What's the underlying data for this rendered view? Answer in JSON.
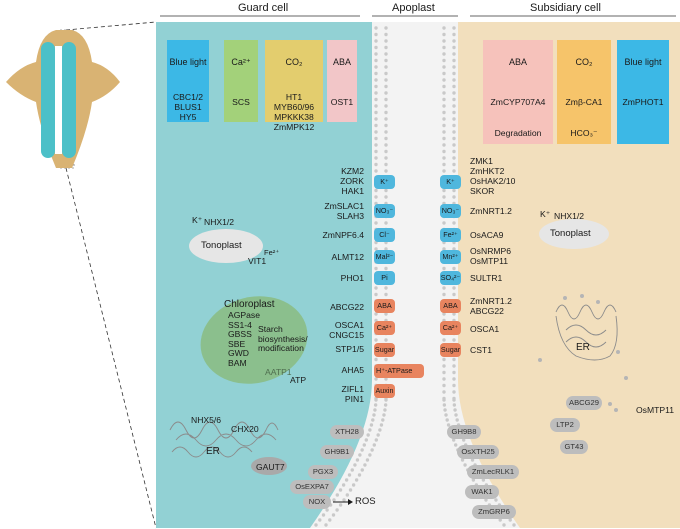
{
  "headers": {
    "guard_cell": "Guard cell",
    "apoplast": "Apoplast",
    "subsidiary_cell": "Subsidiary cell"
  },
  "guard_signals": [
    {
      "title": "Blue light",
      "items": [
        "CBC1/2",
        "BLUS1",
        "HY5"
      ],
      "color": "#3cb8e6"
    },
    {
      "title": "Ca²⁺",
      "items": [
        "SCS"
      ],
      "color": "#a3d17a"
    },
    {
      "title": "CO₂",
      "items": [
        "HT1",
        "MYB60/96",
        "MPKKK38",
        "ZmMPK12"
      ],
      "color": "#e3cd6e"
    },
    {
      "title": "ABA",
      "items": [
        "OST1"
      ],
      "color": "#f2c6c8"
    }
  ],
  "subsidiary_signals": [
    {
      "title": "ABA",
      "items": [
        "ZmCYP707A4",
        "Degradation"
      ],
      "color": "#f6c2bb"
    },
    {
      "title": "CO₂",
      "items": [
        "Zmβ-CA1",
        "HCO₃⁻"
      ],
      "color": "#f6c46a"
    },
    {
      "title": "Blue light",
      "items": [
        "ZmPHOT1"
      ],
      "color": "#3cb8e6"
    }
  ],
  "left_transporters": [
    {
      "label": "KZM2\nZORK\nHAK1",
      "channel": "K⁺"
    },
    {
      "label": "ZmSLAC1\nSLAH3",
      "channel": "NO₃⁻"
    },
    {
      "label": "ZmNPF6.4",
      "channel": "Cl⁻"
    },
    {
      "label": "ALMT12",
      "channel": "Mal²⁻"
    },
    {
      "label": "PHO1",
      "channel": "Pi"
    },
    {
      "label": "ABCG22",
      "channel": "ABA"
    },
    {
      "label": "OSCA1\nCNGC15",
      "channel": "Ca²⁺"
    },
    {
      "label": "STP1/5",
      "channel": "Sugar"
    },
    {
      "label": "AHA5",
      "channel": "H⁺-ATPase"
    },
    {
      "label": "ZIFL1\nPIN1",
      "channel": "Auxin"
    }
  ],
  "right_transporters": [
    {
      "label": "ZMK1\nZmHKT2\nOsHAK2/10\nSKOR",
      "channel": "K⁺"
    },
    {
      "label": "ZmNRT1.2",
      "channel": "NO₃⁻"
    },
    {
      "label": "OsACA9",
      "channel": "Fe²⁺"
    },
    {
      "label": "OsNRMP6\nOsMTP11",
      "channel": "Mn²⁺"
    },
    {
      "label": "SULTR1",
      "channel": "SO₄²⁻"
    },
    {
      "label": "ZmNRT1.2\nABCG22",
      "channel": "ABA"
    },
    {
      "label": "OSCA1",
      "channel": "Ca²⁺"
    },
    {
      "label": "CST1",
      "channel": "Sugar"
    }
  ],
  "guard_organelles": {
    "tonoplast": "Tonoplast",
    "k_ion": "K⁺",
    "nhx": "NHX1/2",
    "fe_ion": "Fe²⁺",
    "vit1": "VIT1",
    "chloroplast": "Chloroplast",
    "chloro_genes": "AGPase\nSS1-4\nGBSS\nSBE\nGWD\nBAM",
    "starch": "Starch\nbiosynthesis/\nmodification",
    "aatp1": "AATP1",
    "atp": "ATP",
    "nhx56": "NHX5/6",
    "chx20": "CHX20",
    "er": "ER",
    "gaut7": "GAUT7"
  },
  "subsidiary_organelles": {
    "k_ion": "K⁺",
    "nhx": "NHX1/2",
    "tonoplast": "Tonoplast",
    "er": "ER",
    "abcg29": "ABCG29",
    "osmtp11": "OsMTP11",
    "ltp2": "LTP2",
    "gt43": "GT43"
  },
  "wall_left": [
    "XTH28",
    "GH9B1",
    "PGX3",
    "OsEXPA7"
  ],
  "wall_right": [
    "GH9B8",
    "OsXTH25",
    "ZmLecRLK1",
    "WAK1",
    "ZmGRP6"
  ],
  "ros": {
    "nox": "NOX",
    "ros": "ROS"
  },
  "colors": {
    "guard_bg": "#92d1d4",
    "subsidiary_bg": "#f2dfbd",
    "channel_blue": "#4fb7dd",
    "channel_red": "#e8845f",
    "membrane_dot": "#c9c9c9"
  }
}
